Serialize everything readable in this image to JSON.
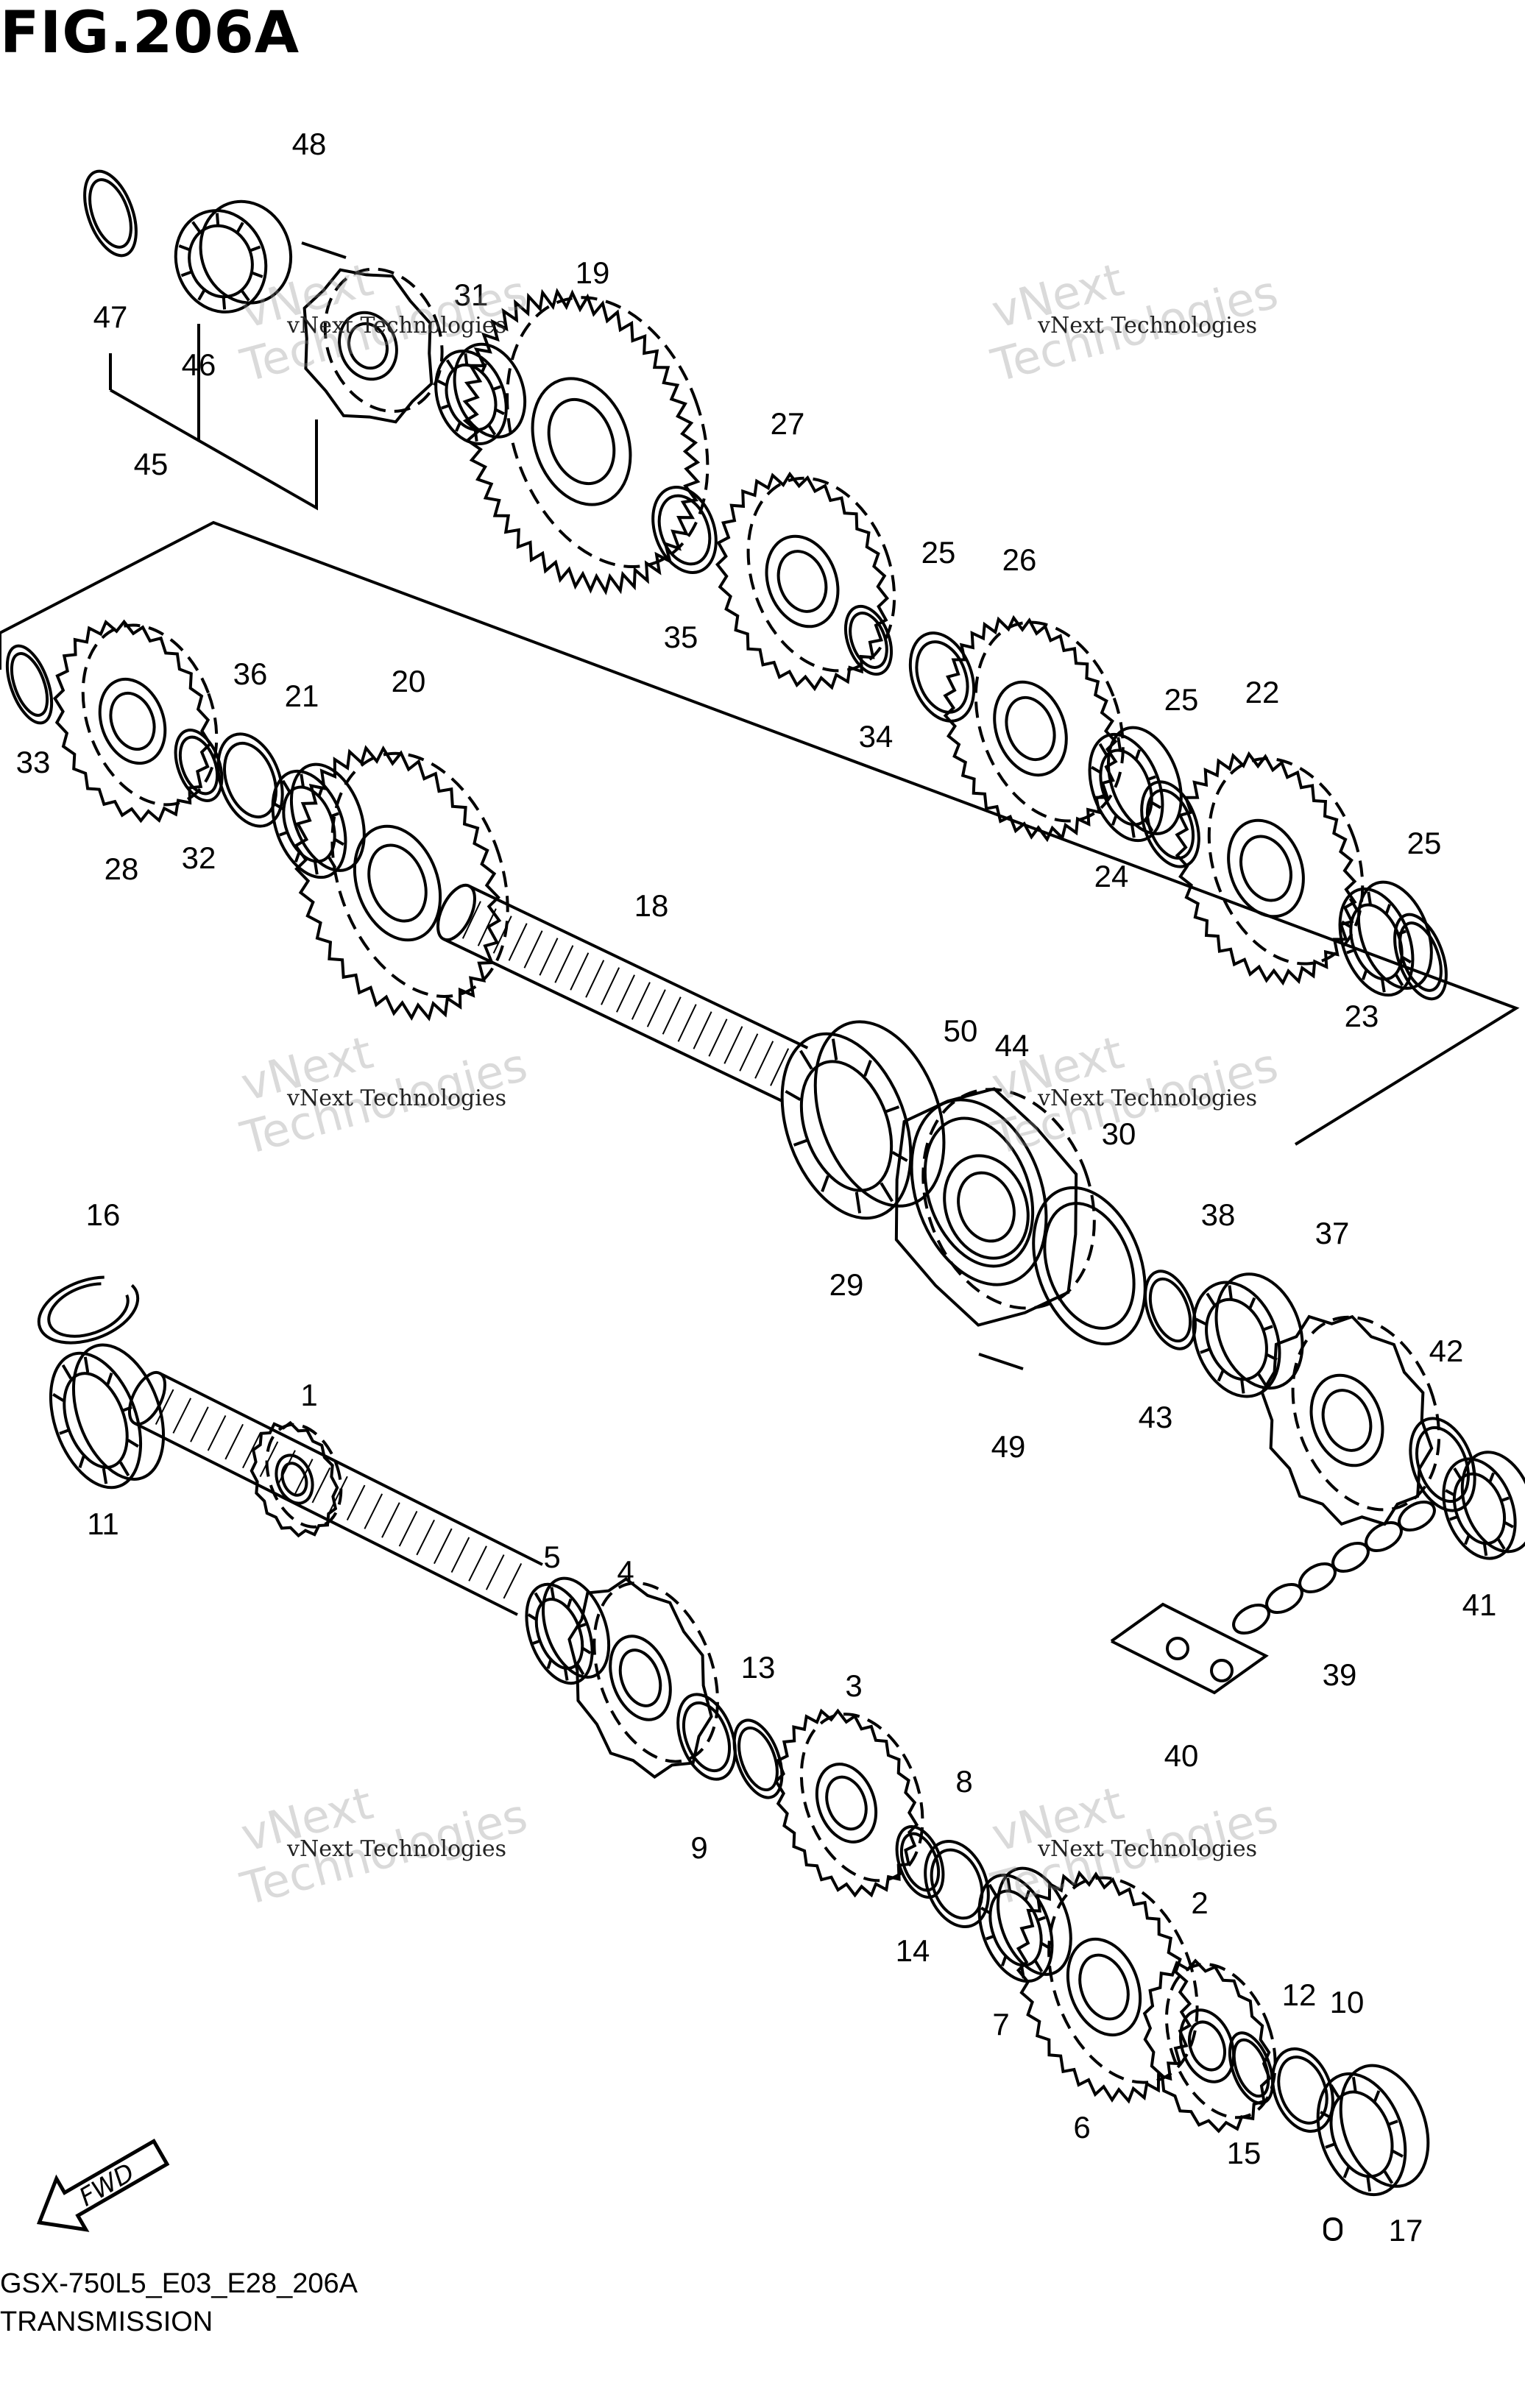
{
  "figure": {
    "title": "FIG.206A",
    "code": "GSX-750L5_E03_E28_206A",
    "subtitle": "TRANSMISSION",
    "fwd_label": "FWD"
  },
  "watermark": {
    "line1": "vNext",
    "line2": "Technologies",
    "caption": "vNext Technologies"
  },
  "parts": [
    {
      "num": "1"
    },
    {
      "num": "2"
    },
    {
      "num": "3"
    },
    {
      "num": "4"
    },
    {
      "num": "5"
    },
    {
      "num": "6"
    },
    {
      "num": "7"
    },
    {
      "num": "8"
    },
    {
      "num": "9"
    },
    {
      "num": "10"
    },
    {
      "num": "11"
    },
    {
      "num": "12"
    },
    {
      "num": "13"
    },
    {
      "num": "14"
    },
    {
      "num": "15"
    },
    {
      "num": "16"
    },
    {
      "num": "17"
    },
    {
      "num": "18"
    },
    {
      "num": "19"
    },
    {
      "num": "20"
    },
    {
      "num": "21"
    },
    {
      "num": "22"
    },
    {
      "num": "23"
    },
    {
      "num": "24"
    },
    {
      "num": "25"
    },
    {
      "num": "25"
    },
    {
      "num": "25"
    },
    {
      "num": "26"
    },
    {
      "num": "27"
    },
    {
      "num": "28"
    },
    {
      "num": "29"
    },
    {
      "num": "30"
    },
    {
      "num": "31"
    },
    {
      "num": "32"
    },
    {
      "num": "33"
    },
    {
      "num": "34"
    },
    {
      "num": "35"
    },
    {
      "num": "36"
    },
    {
      "num": "37"
    },
    {
      "num": "38"
    },
    {
      "num": "39"
    },
    {
      "num": "40"
    },
    {
      "num": "41"
    },
    {
      "num": "42"
    },
    {
      "num": "43"
    },
    {
      "num": "44"
    },
    {
      "num": "45"
    },
    {
      "num": "46"
    },
    {
      "num": "47"
    },
    {
      "num": "48"
    },
    {
      "num": "49"
    },
    {
      "num": "50"
    }
  ]
}
